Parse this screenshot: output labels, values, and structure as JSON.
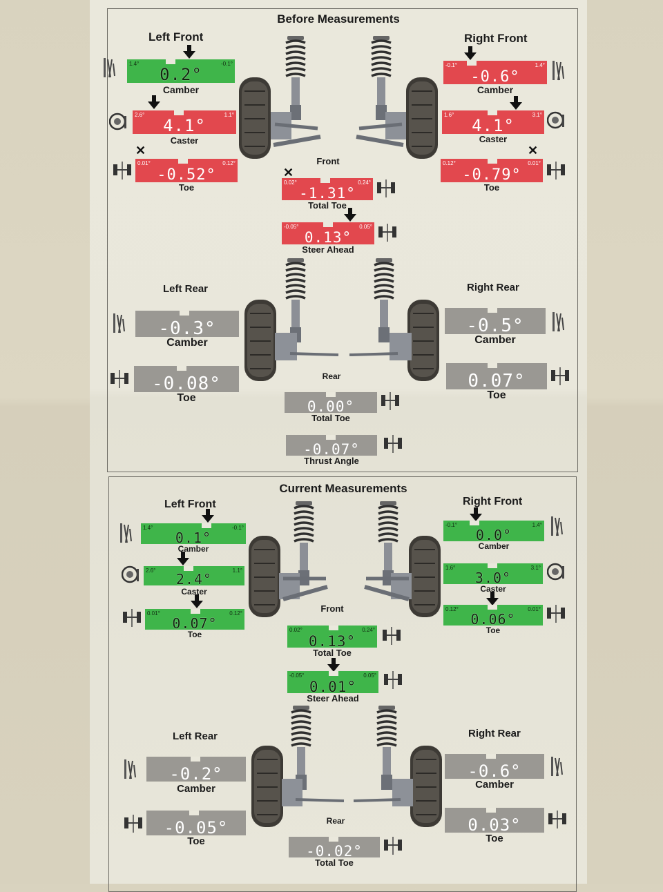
{
  "before": {
    "title": "Before Measurements",
    "left_front": "Left Front",
    "right_front": "Right Front",
    "left_rear": "Left Rear",
    "right_rear": "Right Rear",
    "front": "Front",
    "rear": "Rear",
    "lf_camber": {
      "value": "0.2°",
      "lo": "1.4°",
      "hi": "-0.1°",
      "label": "Camber",
      "status": "green"
    },
    "lf_caster": {
      "value": "4.1°",
      "lo": "2.6°",
      "hi": "1.1°",
      "label": "Caster",
      "status": "red"
    },
    "lf_toe": {
      "value": "-0.52°",
      "lo": "0.01°",
      "hi": "0.12°",
      "label": "Toe",
      "status": "red"
    },
    "rf_camber": {
      "value": "-0.6°",
      "lo": "-0.1°",
      "hi": "1.4°",
      "label": "Camber",
      "status": "red"
    },
    "rf_caster": {
      "value": "4.1°",
      "lo": "1.6°",
      "hi": "3.1°",
      "label": "Caster",
      "status": "red"
    },
    "rf_toe": {
      "value": "-0.79°",
      "lo": "0.12°",
      "hi": "0.01°",
      "label": "Toe",
      "status": "red"
    },
    "total_toe": {
      "value": "-1.31°",
      "lo": "0.02°",
      "hi": "0.24°",
      "label": "Total Toe",
      "status": "red"
    },
    "steer_ahead": {
      "value": "0.13°",
      "lo": "-0.05°",
      "hi": "0.05°",
      "label": "Steer Ahead",
      "status": "red"
    },
    "lr_camber": {
      "value": "-0.3°",
      "label": "Camber",
      "status": "gray"
    },
    "lr_toe": {
      "value": "-0.08°",
      "label": "Toe",
      "status": "gray"
    },
    "rr_camber": {
      "value": "-0.5°",
      "label": "Camber",
      "status": "gray"
    },
    "rr_toe": {
      "value": "0.07°",
      "label": "Toe",
      "status": "gray"
    },
    "rear_total_toe": {
      "value": "0.00°",
      "label": "Total Toe",
      "status": "gray"
    },
    "thrust_angle": {
      "value": "-0.07°",
      "label": "Thrust Angle",
      "status": "gray"
    }
  },
  "current": {
    "title": "Current Measurements",
    "left_front": "Left Front",
    "right_front": "Right Front",
    "left_rear": "Left Rear",
    "right_rear": "Right Rear",
    "front": "Front",
    "rear": "Rear",
    "lf_camber": {
      "value": "0.1°",
      "lo": "1.4°",
      "hi": "-0.1°",
      "label": "Camber",
      "status": "green"
    },
    "lf_caster": {
      "value": "2.4°",
      "lo": "2.6°",
      "hi": "1.1°",
      "label": "Caster",
      "status": "green"
    },
    "lf_toe": {
      "value": "0.07°",
      "lo": "0.01°",
      "hi": "0.12°",
      "label": "Toe",
      "status": "green"
    },
    "rf_camber": {
      "value": "0.0°",
      "lo": "-0.1°",
      "hi": "1.4°",
      "label": "Camber",
      "status": "green"
    },
    "rf_caster": {
      "value": "3.0°",
      "lo": "1.6°",
      "hi": "3.1°",
      "label": "Caster",
      "status": "green"
    },
    "rf_toe": {
      "value": "0.06°",
      "lo": "0.12°",
      "hi": "0.01°",
      "label": "Toe",
      "status": "green"
    },
    "total_toe": {
      "value": "0.13°",
      "lo": "0.02°",
      "hi": "0.24°",
      "label": "Total Toe",
      "status": "green"
    },
    "steer_ahead": {
      "value": "0.01°",
      "lo": "-0.05°",
      "hi": "0.05°",
      "label": "Steer Ahead",
      "status": "green"
    },
    "lr_camber": {
      "value": "-0.2°",
      "label": "Camber",
      "status": "gray"
    },
    "lr_toe": {
      "value": "-0.05°",
      "label": "Toe",
      "status": "gray"
    },
    "rr_camber": {
      "value": "-0.6°",
      "label": "Camber",
      "status": "gray"
    },
    "rr_toe": {
      "value": "0.03°",
      "label": "Toe",
      "status": "gray"
    },
    "rear_total_toe": {
      "value": "-0.02°",
      "label": "Total Toe",
      "status": "gray"
    }
  }
}
